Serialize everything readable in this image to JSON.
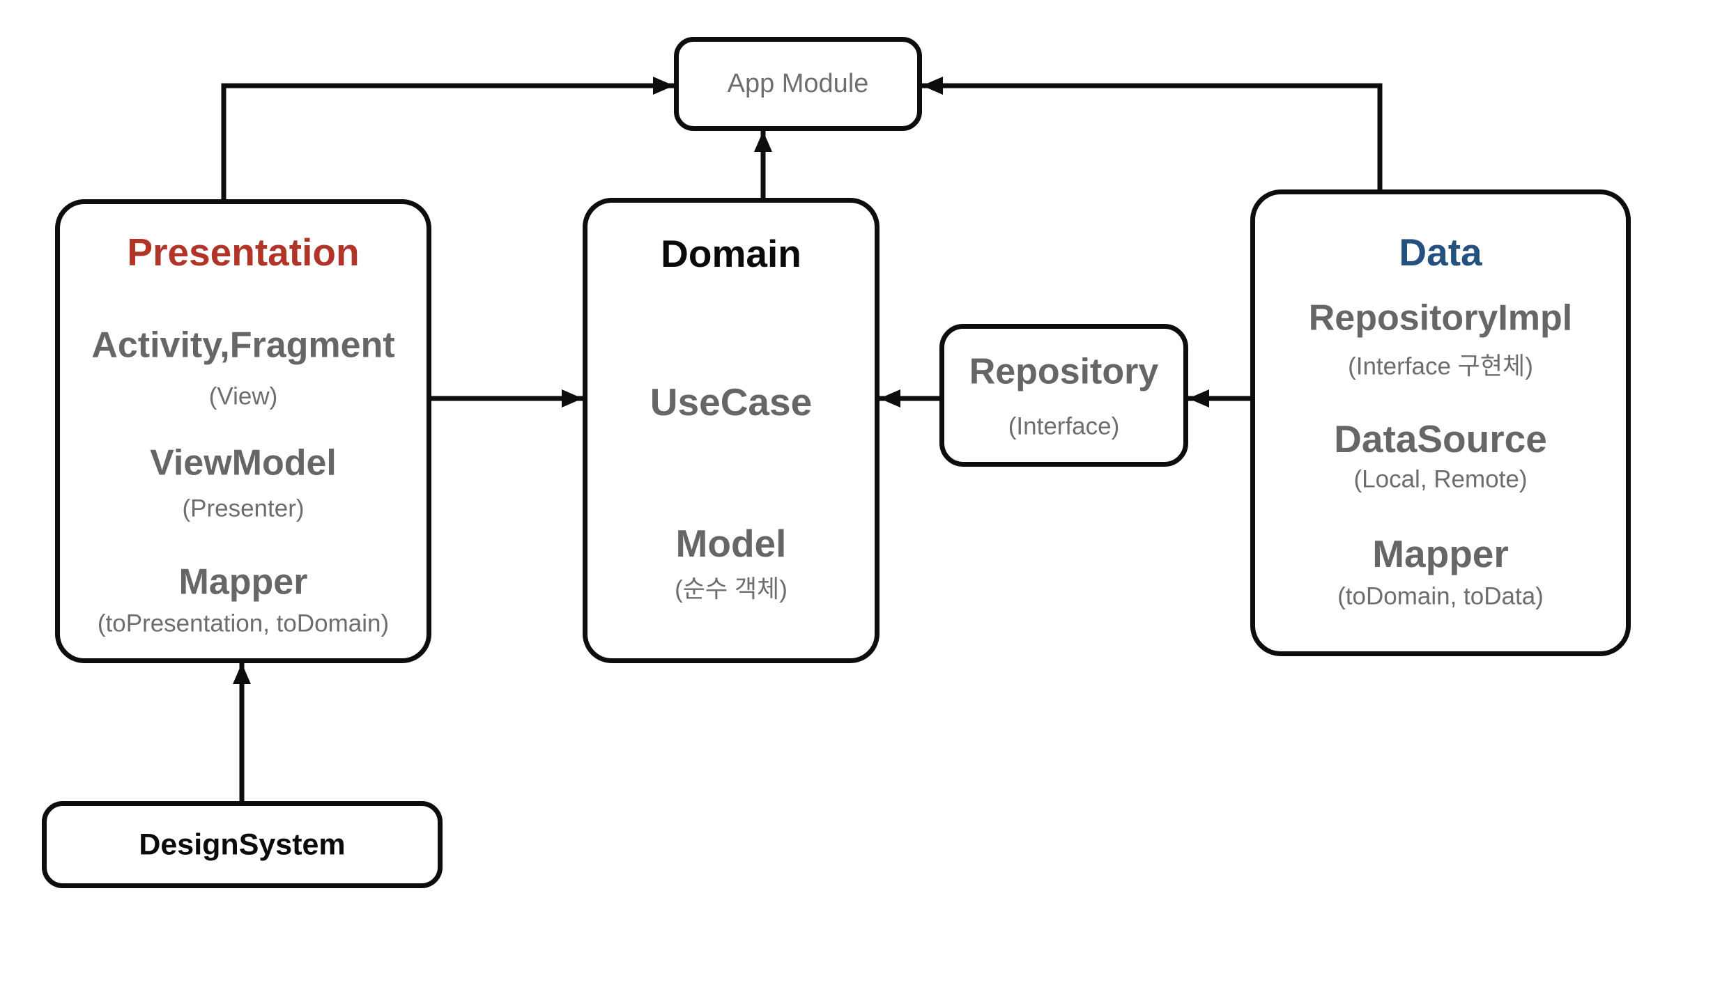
{
  "diagram": {
    "app_module": {
      "label": "App Module"
    },
    "presentation": {
      "title": "Presentation",
      "items": [
        {
          "name": "Activity,Fragment",
          "note": "(View)"
        },
        {
          "name": "ViewModel",
          "note": "(Presenter)"
        },
        {
          "name": "Mapper",
          "note": "(toPresentation, toDomain)"
        }
      ]
    },
    "domain": {
      "title": "Domain",
      "items": [
        {
          "name": "UseCase"
        },
        {
          "name": "Model",
          "note": "(순수 객체)"
        }
      ]
    },
    "repository": {
      "name": "Repository",
      "note": "(Interface)"
    },
    "data": {
      "title": "Data",
      "items": [
        {
          "name": "RepositoryImpl",
          "note": "(Interface 구현체)"
        },
        {
          "name": "DataSource",
          "note": "(Local, Remote)"
        },
        {
          "name": "Mapper",
          "note": "(toDomain, toData)"
        }
      ]
    },
    "design_system": {
      "label": "DesignSystem"
    },
    "edges": [
      {
        "from": "Presentation",
        "to": "App Module"
      },
      {
        "from": "Data",
        "to": "App Module"
      },
      {
        "from": "Domain",
        "to": "App Module"
      },
      {
        "from": "Presentation",
        "to": "Domain"
      },
      {
        "from": "Repository (Interface)",
        "to": "Domain UseCase"
      },
      {
        "from": "Data",
        "to": "Repository (Interface)"
      },
      {
        "from": "DesignSystem",
        "to": "Presentation"
      }
    ]
  },
  "colors": {
    "presentation_title": "#b13429",
    "data_title": "#25517e",
    "domain_title": "#0a0a0a",
    "item_text": "#666666",
    "note_text": "#6d6d6d",
    "app_module_text": "#6f6f6f",
    "line": "#0d0d0d",
    "background": "#ffffff"
  }
}
